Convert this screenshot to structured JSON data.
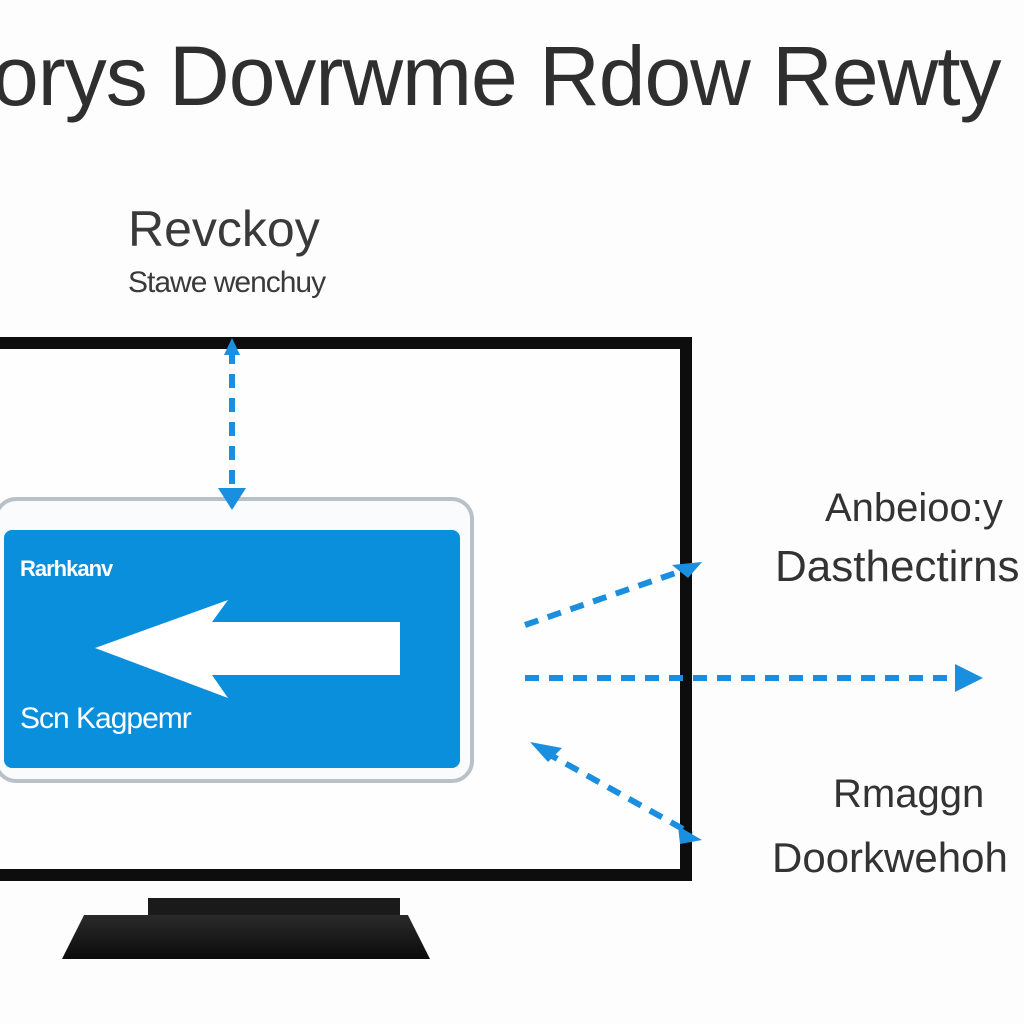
{
  "header": {
    "title": "orys Dovrwme Rdow Rewty"
  },
  "subheading": {
    "title": "Revckoy",
    "text": "Stawe wenchuy"
  },
  "screen_card": {
    "top_label": "Rarhkanv",
    "bottom_label": "Scn Kagpemr"
  },
  "right_labels": {
    "upper_title": "Anbeioo:y",
    "upper_text": "Dasthectirns",
    "lower_title": "Rmaggn",
    "lower_text": "Doorkwehoh"
  },
  "colors": {
    "accent": "#0a8fdc",
    "frame": "#0d0d0d",
    "text": "#333333"
  }
}
